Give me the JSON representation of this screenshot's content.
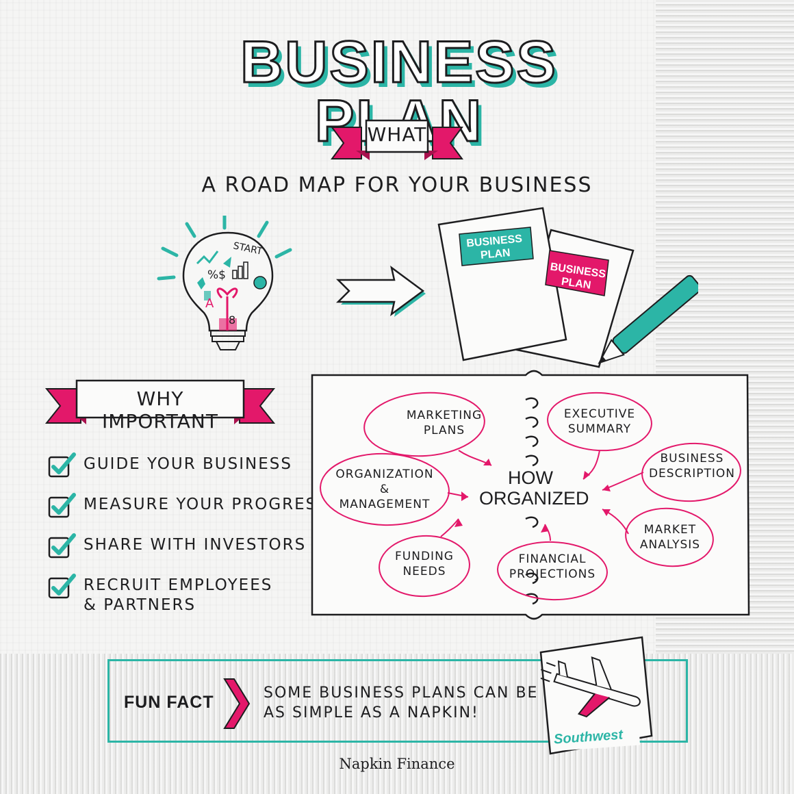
{
  "title": "BUSINESS PLAN",
  "what": {
    "tag": "WHAT",
    "answer": "A ROAD MAP FOR YOUR BUSINESS"
  },
  "bulb_words": {
    "start": "START",
    "symbols": "%$"
  },
  "documents": {
    "front_label": "BUSINESS PLAN",
    "back_label": "BUSINESS PLAN"
  },
  "why": {
    "tag": "WHY IMPORTANT",
    "items": [
      {
        "label": "GUIDE YOUR BUSINESS"
      },
      {
        "label": "MEASURE YOUR PROGRESS"
      },
      {
        "label": "SHARE WITH INVESTORS"
      },
      {
        "label": "RECRUIT EMPLOYEES\n& PARTNERS"
      }
    ]
  },
  "organization": {
    "center": "HOW ORGANIZED",
    "sections": {
      "marketing": "MARKETING PLANS",
      "executive": "EXECUTIVE SUMMARY",
      "business_desc": "BUSINESS DESCRIPTION",
      "org_mgmt": "ORGANIZATION & MANAGEMENT",
      "market": "MARKET ANALYSIS",
      "funding": "FUNDING NEEDS",
      "financial": "FINANCIAL PROJECTIONS"
    }
  },
  "fun_fact": {
    "title": "FUN FACT",
    "text": "SOME BUSINESS PLANS CAN BE\nAS SIMPLE AS A NAPKIN!",
    "logo": "Southwest"
  },
  "footer": "Napkin Finance",
  "icons": {
    "check": "checkbox-check-icon",
    "arrow": "right-arrow-icon",
    "bulb": "lightbulb-icon",
    "pencil": "pencil-icon",
    "plane": "airplane-icon",
    "chevron": "chevron-right-icon"
  },
  "colors": {
    "teal": "#2cb5a6",
    "pink": "#e3186a",
    "ink": "#1d1d1f"
  }
}
